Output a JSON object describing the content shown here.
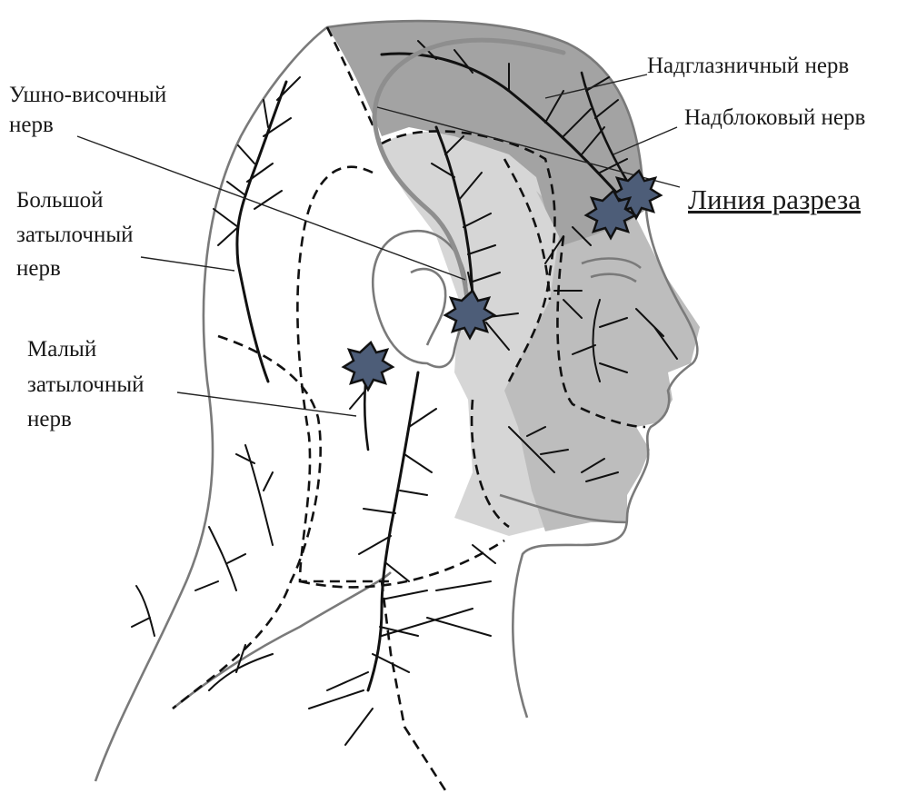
{
  "labels": {
    "supraorbital": "Надглазничный нерв",
    "supratrochlear": "Надблоковый нерв",
    "incision": "Линия разреза",
    "auriculotemporal": [
      "Ушно-височный",
      "нерв"
    ],
    "greater_occipital": [
      "Большой",
      "затылочный",
      "нерв"
    ],
    "lesser_occipital": [
      "Малый",
      "затылочный",
      "нерв"
    ]
  },
  "colors": {
    "outline": "#7a7a7a",
    "forehead_zone": "#a3a3a3",
    "face_zone": "#bdbdbd",
    "temporal_zone": "#d6d6d6",
    "incision_line": "#8e8e8e",
    "trigger_point_fill": "#4d5d78",
    "nerve": "#111111"
  },
  "markers": {
    "trigger_point_icon": "star-burst-icon"
  }
}
